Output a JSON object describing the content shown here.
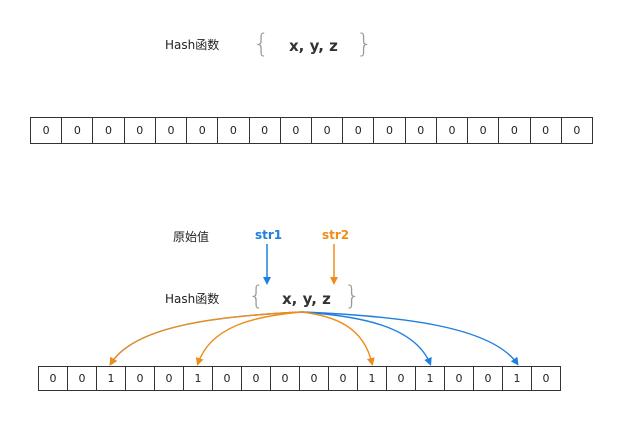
{
  "top": {
    "hash_label": "Hash函数",
    "inputs": "x, y, z",
    "bits": [
      "0",
      "0",
      "0",
      "0",
      "0",
      "0",
      "0",
      "0",
      "0",
      "0",
      "0",
      "0",
      "0",
      "0",
      "0",
      "0",
      "0",
      "0"
    ]
  },
  "bottom": {
    "raw_label": "原始值",
    "str1": "str1",
    "str2": "str2",
    "hash_label": "Hash函数",
    "inputs": "x, y, z",
    "bits": [
      "0",
      "0",
      "1",
      "0",
      "0",
      "1",
      "0",
      "0",
      "0",
      "0",
      "0",
      "1",
      "0",
      "1",
      "0",
      "0",
      "1",
      "0"
    ],
    "str1_targets": [
      2,
      13,
      16
    ],
    "str2_targets": [
      2,
      5,
      11
    ]
  },
  "colors": {
    "str1": "#1f7fe0",
    "str2": "#f08c1a"
  }
}
